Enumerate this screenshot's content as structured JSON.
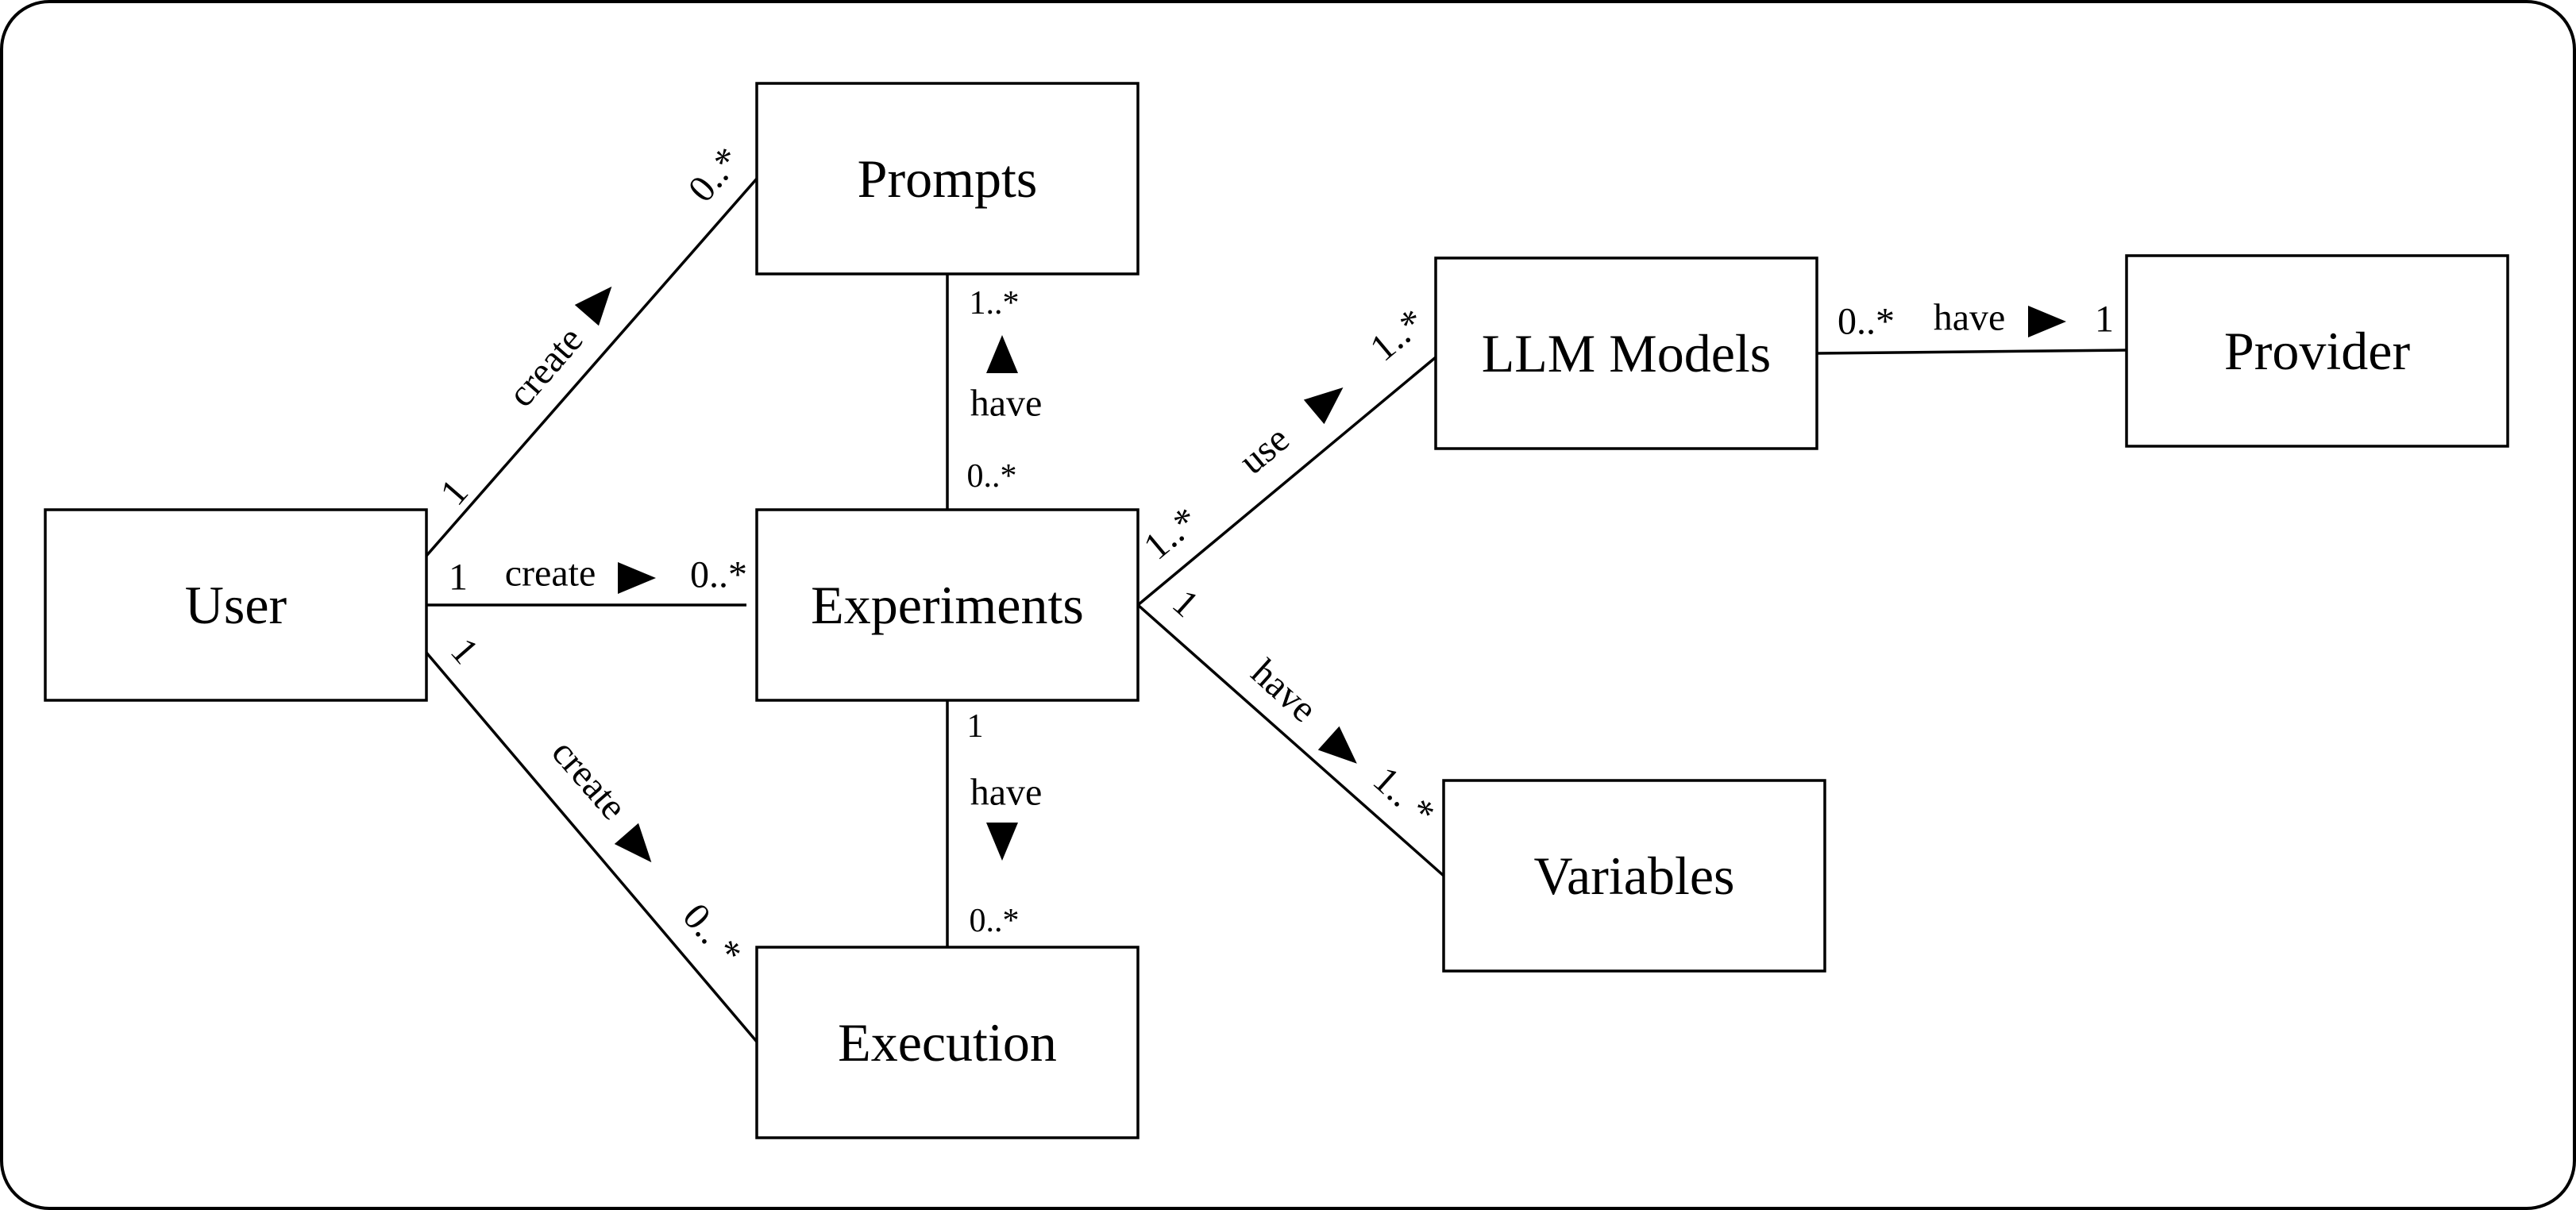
{
  "entities": {
    "user": "User",
    "prompts": "Prompts",
    "experiments": "Experiments",
    "execution": "Execution",
    "llm_models": "LLM Models",
    "provider": "Provider",
    "variables": "Variables"
  },
  "relations": {
    "user_prompts": {
      "verb": "create",
      "from_mult": "1",
      "to_mult": "0..*"
    },
    "user_experiments": {
      "verb": "create",
      "from_mult": "1",
      "to_mult": "0..*"
    },
    "user_execution": {
      "verb": "create",
      "from_mult": "1",
      "to_mult": "0.. *"
    },
    "experiments_prompts": {
      "verb": "have",
      "top_mult": "1..*",
      "bottom_mult": "0..*"
    },
    "experiments_execution": {
      "verb": "have",
      "top_mult": "1",
      "bottom_mult": "0..*"
    },
    "experiments_llm": {
      "verb": "use",
      "from_mult": "1..*",
      "to_mult": "1..*"
    },
    "experiments_variables": {
      "verb": "have",
      "from_mult": "1",
      "to_mult": "1.. *"
    },
    "llm_provider": {
      "verb": "have",
      "from_mult": "0..*",
      "to_mult": "1"
    }
  }
}
